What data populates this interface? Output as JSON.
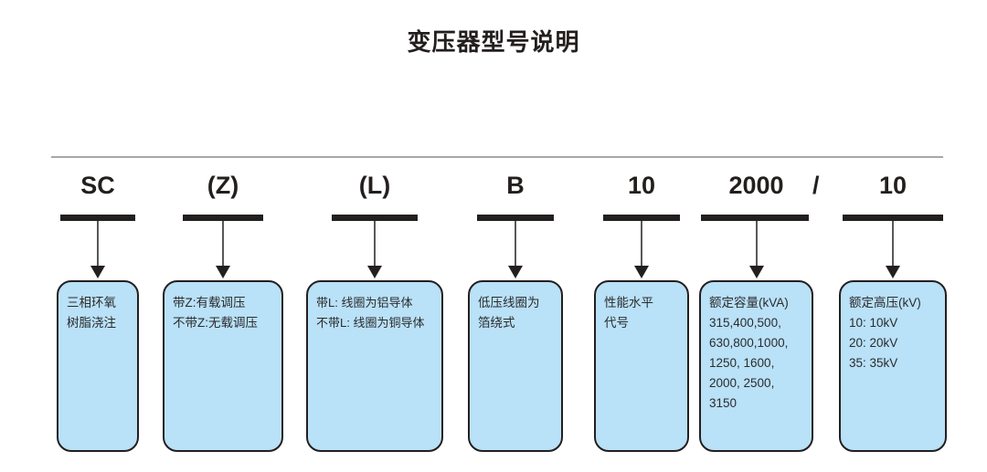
{
  "title": "变压器型号说明",
  "colors": {
    "box_fill": "#b9e1f7",
    "box_border": "#231f1e",
    "text": "#231f1e",
    "rule": "#a9a6a6",
    "arrow": "#58585a"
  },
  "separator": "/",
  "segments": [
    {
      "code": "SC",
      "lines": [
        "三相环氧",
        "树脂浇注"
      ]
    },
    {
      "code": "(Z)",
      "lines": [
        "带Z:有载调压",
        "不带Z:无载调压"
      ]
    },
    {
      "code": "(L)",
      "lines": [
        "带L: 线圈为铝导体",
        "不带L: 线圈为铜导体"
      ]
    },
    {
      "code": "B",
      "lines": [
        "低压线圈为",
        "箔绕式"
      ]
    },
    {
      "code": "10",
      "lines": [
        "性能水平",
        "代号"
      ]
    },
    {
      "code": "2000",
      "lines": [
        "额定容量(kVA)",
        "315,400,500,",
        "630,800,1000,",
        "1250, 1600,",
        "2000, 2500,",
        " 3150"
      ]
    },
    {
      "code": "10",
      "lines": [
        "额定高压(kV)",
        "10: 10kV",
        "20: 20kV",
        "35: 35kV"
      ]
    }
  ]
}
